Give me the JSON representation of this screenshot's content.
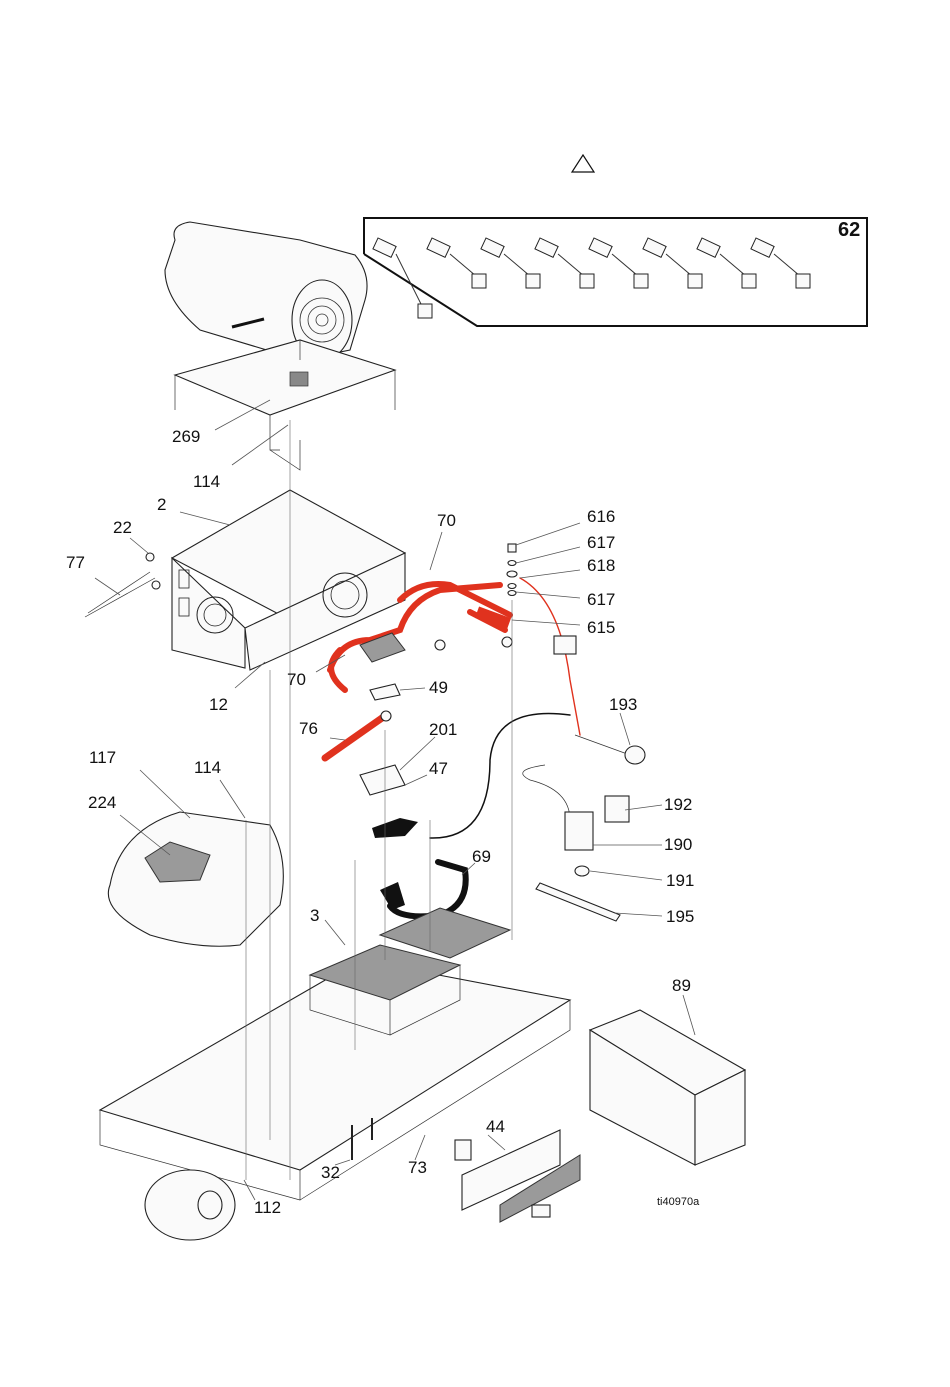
{
  "figure": {
    "reference_id": "ti40970a",
    "warning_symbol": "triangle",
    "power_cord_kit": {
      "label": "62",
      "cord_count": 8
    },
    "callouts": [
      {
        "id": "269",
        "text": "269"
      },
      {
        "id": "114a",
        "text": "114"
      },
      {
        "id": "2",
        "text": "2"
      },
      {
        "id": "22",
        "text": "22"
      },
      {
        "id": "77",
        "text": "77"
      },
      {
        "id": "12",
        "text": "12"
      },
      {
        "id": "70a",
        "text": "70"
      },
      {
        "id": "70b",
        "text": "70"
      },
      {
        "id": "616",
        "text": "616"
      },
      {
        "id": "617a",
        "text": "617"
      },
      {
        "id": "618",
        "text": "618"
      },
      {
        "id": "617b",
        "text": "617"
      },
      {
        "id": "615",
        "text": "615"
      },
      {
        "id": "49",
        "text": "49"
      },
      {
        "id": "193",
        "text": "193"
      },
      {
        "id": "76",
        "text": "76"
      },
      {
        "id": "201",
        "text": "201"
      },
      {
        "id": "47",
        "text": "47"
      },
      {
        "id": "117",
        "text": "117"
      },
      {
        "id": "114b",
        "text": "114"
      },
      {
        "id": "224",
        "text": "224"
      },
      {
        "id": "192",
        "text": "192"
      },
      {
        "id": "190",
        "text": "190"
      },
      {
        "id": "69",
        "text": "69"
      },
      {
        "id": "191",
        "text": "191"
      },
      {
        "id": "195",
        "text": "195"
      },
      {
        "id": "3",
        "text": "3"
      },
      {
        "id": "89",
        "text": "89"
      },
      {
        "id": "44",
        "text": "44"
      },
      {
        "id": "73",
        "text": "73"
      },
      {
        "id": "32",
        "text": "32"
      },
      {
        "id": "112",
        "text": "112"
      }
    ]
  },
  "colors": {
    "cable_red": "#e0321e",
    "cable_black": "#111111",
    "panel_gray": "#9a9a9a"
  }
}
